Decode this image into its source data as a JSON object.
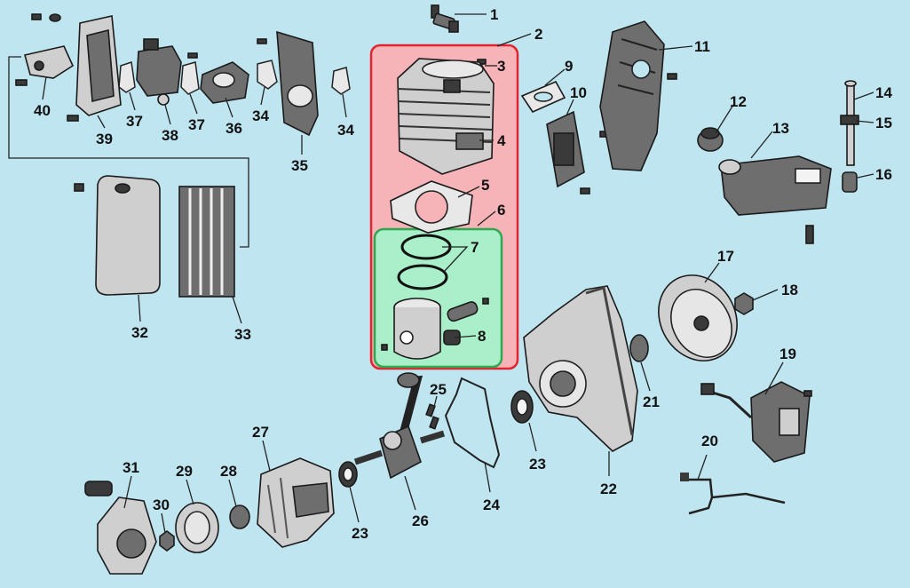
{
  "diagram": {
    "labels": [
      "1",
      "2",
      "3",
      "4",
      "5",
      "6",
      "7",
      "8",
      "9",
      "10",
      "11",
      "12",
      "13",
      "14",
      "15",
      "16",
      "17",
      "18",
      "19",
      "20",
      "21",
      "22",
      "23",
      "23",
      "24",
      "25",
      "26",
      "27",
      "28",
      "29",
      "30",
      "31",
      "32",
      "33",
      "34",
      "34",
      "35",
      "36",
      "37",
      "37",
      "38",
      "39",
      "40"
    ]
  },
  "colors": {
    "background": "#bfe6f0",
    "cylinder_group": "#f6b3b8",
    "cylinder_group_border": "#e3232e",
    "piston_group": "#a9efc9",
    "piston_group_border": "#2fa84f"
  }
}
